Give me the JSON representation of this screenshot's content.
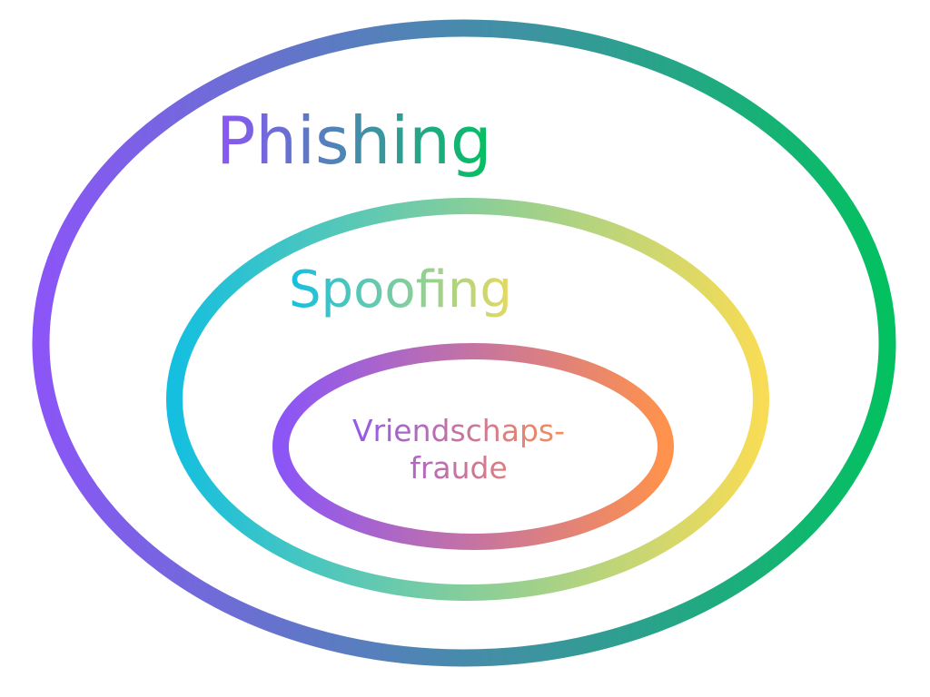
{
  "diagram": {
    "outer": {
      "label": "Phishing",
      "colors": [
        "#8b55f7",
        "#03c160"
      ]
    },
    "middle": {
      "label": "Spoofing",
      "colors": [
        "#14bfe0",
        "#f8dc55"
      ]
    },
    "inner": {
      "label_line1": "Vriendschaps-",
      "label_line2": "fraude",
      "colors": [
        "#8b55f7",
        "#ff924c"
      ]
    }
  }
}
